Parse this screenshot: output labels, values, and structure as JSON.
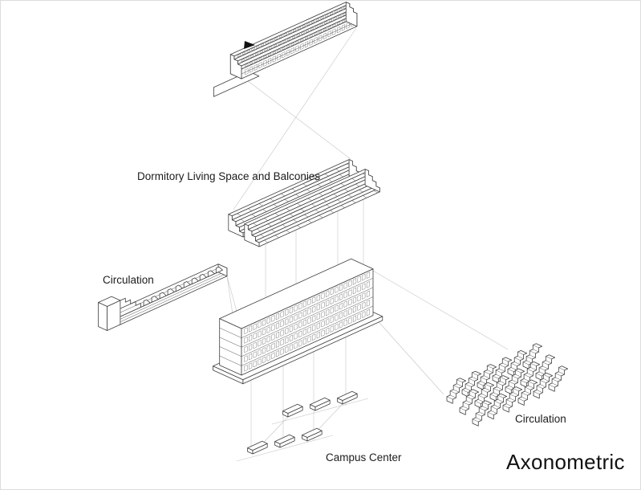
{
  "diagram": {
    "type": "exploded-axonometric",
    "title": "Axonometric",
    "labels": {
      "dormitory": "Dormitory Living Space and Balconies",
      "circulation_left": "Circulation",
      "circulation_right": "Circulation",
      "campus_center": "Campus Center"
    },
    "colors": {
      "line": "#3f3f3f",
      "projection": "#c5c5c5",
      "text": "#1c1c1c",
      "background": "#ffffff"
    },
    "icons": {
      "entry_arrow": "black-wedge-arrow"
    }
  }
}
